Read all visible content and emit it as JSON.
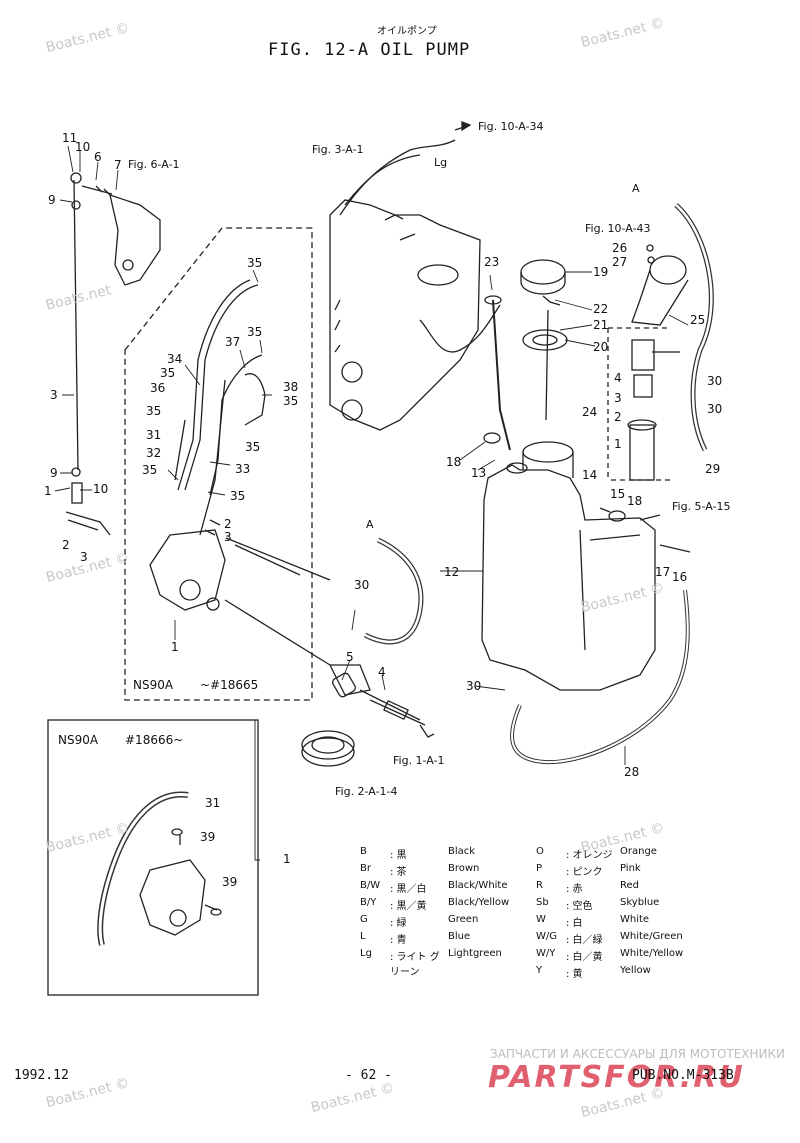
{
  "header": {
    "japanese_title": "オイルポンプ",
    "title": "FIG. 12-A OIL PUMP"
  },
  "watermarks": [
    "Boats.net ©",
    "Boats.net ©",
    "Boats.net ©",
    "Boats.net ©",
    "Boats.net",
    "Boats.net ©",
    "Boats.net ©",
    "Boats.net ©",
    "Boats.net ©",
    "Boats.net ©",
    "Boats.net ©"
  ],
  "references": {
    "fig_10a34": "Fig. 10-A-34",
    "fig_3a1": "Fig. 3-A-1",
    "lg": "Lg",
    "fig_6a1": "Fig. 6-A-1",
    "a_top": "A",
    "fig_10a43": "Fig. 10-A-43",
    "a_mid": "A",
    "fig_5a15": "Fig. 5-A-15",
    "fig_1a1": "Fig. 1-A-1",
    "fig_2a14": "Fig. 2-A-1-4"
  },
  "box1": {
    "model": "NS90A",
    "serial": "~#18665"
  },
  "box2": {
    "model": "NS90A",
    "serial": "#18666~"
  },
  "part_numbers": {
    "n11": "11",
    "n10a": "10",
    "n6": "6",
    "n7": "7",
    "n9a": "9",
    "n3a": "3",
    "n9b": "9",
    "n1a": "1",
    "n10b": "10",
    "n2a": "2",
    "n3b": "3",
    "n35a": "35",
    "n35b": "35",
    "n37": "37",
    "n34": "34",
    "n35c": "35",
    "n36": "36",
    "n38": "38",
    "n35d": "35",
    "n35e": "35",
    "n31a": "31",
    "n35f": "35",
    "n32": "32",
    "n33": "33",
    "n35g": "35",
    "n35h": "35",
    "n2b": "2",
    "n3c": "3",
    "n1b": "1",
    "n30a": "30",
    "n23": "23",
    "n19": "19",
    "n22": "22",
    "n21": "21",
    "n20": "20",
    "n26": "26",
    "n27": "27",
    "n25": "25",
    "n18a": "18",
    "n13": "13",
    "n14": "14",
    "n4a": "4",
    "n3d": "3",
    "n2c": "2",
    "n24": "24",
    "n1c": "1",
    "n30b": "30",
    "n30c": "30",
    "n29": "29",
    "n15": "15",
    "n18b": "18",
    "n12": "12",
    "n17": "17",
    "n16": "16",
    "n5": "5",
    "n4b": "4",
    "n30d": "30",
    "n28": "28",
    "n31b": "31",
    "n39a": "39",
    "n39b": "39",
    "n1d": "1"
  },
  "legend": [
    {
      "code": "B",
      "jp": ": 黒",
      "en": "Black"
    },
    {
      "code": "Br",
      "jp": ": 茶",
      "en": "Brown"
    },
    {
      "code": "B/W",
      "jp": ": 黒／白",
      "en": "Black/White"
    },
    {
      "code": "B/Y",
      "jp": ": 黒／黄",
      "en": "Black/Yellow"
    },
    {
      "code": "G",
      "jp": ": 緑",
      "en": "Green"
    },
    {
      "code": "L",
      "jp": ": 青",
      "en": "Blue"
    },
    {
      "code": "Lg",
      "jp": ": ライト グリーン",
      "en": "Lightgreen"
    },
    {
      "code": "O",
      "jp": ": オレンジ",
      "en": "Orange"
    },
    {
      "code": "P",
      "jp": ": ピンク",
      "en": "Pink"
    },
    {
      "code": "R",
      "jp": ": 赤",
      "en": "Red"
    },
    {
      "code": "Sb",
      "jp": ": 空色",
      "en": "Skyblue"
    },
    {
      "code": "W",
      "jp": ": 白",
      "en": "White"
    },
    {
      "code": "W/G",
      "jp": ": 白／緑",
      "en": "White/Green"
    },
    {
      "code": "W/Y",
      "jp": ": 白／黄",
      "en": "White/Yellow"
    },
    {
      "code": "Y",
      "jp": ": 黄",
      "en": "Yellow"
    }
  ],
  "footer": {
    "date": "1992.12",
    "page": "- 62 -",
    "pub": "PUB.NO.M-313B",
    "shop_line": "ЗАПЧАСТИ И АКСЕССУАРЫ ДЛЯ МОТОТЕХНИКИ",
    "shop_logo": "PARTSFOR.RU"
  }
}
